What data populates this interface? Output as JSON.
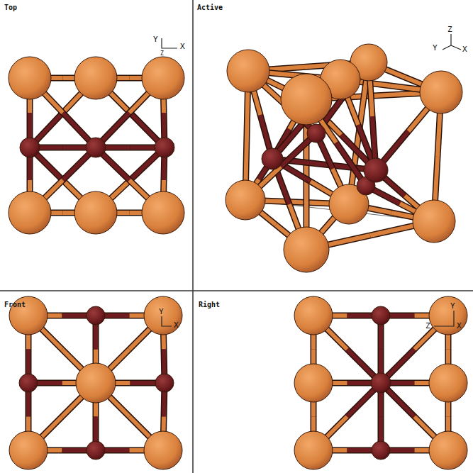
{
  "diagram": {
    "labels": [
      "Top",
      "Y",
      "X",
      "Z",
      "Active",
      "Z",
      "Y",
      "X",
      "Front",
      "Y",
      "X",
      "Right",
      "Y",
      "Z",
      "X"
    ]
  }
}
